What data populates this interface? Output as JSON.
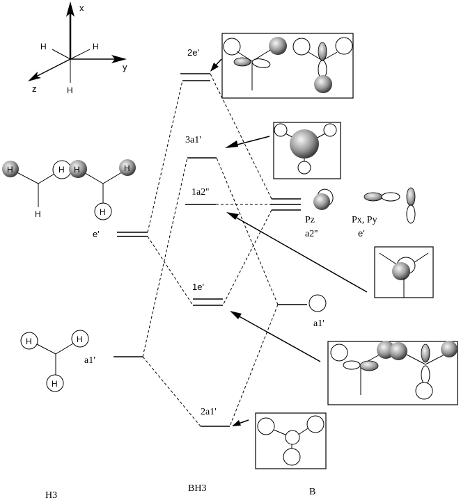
{
  "axes": {
    "x_label": "x",
    "y_label": "y",
    "z_label": "z",
    "atom_labels": [
      "H",
      "H",
      "H"
    ]
  },
  "columns": {
    "left": "H3",
    "middle": "BH3",
    "right": "B"
  },
  "h3_levels": {
    "e_prime": "e'",
    "a1_prime": "a1'"
  },
  "h3_orbitals": {
    "e_prime_atoms": [
      "H",
      "H",
      "H",
      "H",
      "H",
      "H"
    ],
    "a1_prime_atoms": [
      "H",
      "H",
      "H"
    ]
  },
  "bh3_levels": {
    "2e_prime": "2e'",
    "3a1_prime": "3a1'",
    "1a2_double_prime": "1a2''",
    "1e_prime": "1e'",
    "2a1_prime": "2a1'"
  },
  "b_levels": {
    "pz": "Pz",
    "a2_double_prime": "a2''",
    "px_py": "Px, Py",
    "e_prime": "e'",
    "a1_prime": "a1'"
  },
  "colors": {
    "line": "#000000",
    "background": "#ffffff",
    "lobe_shaded": "#8a8a8a",
    "lobe_highlight": "#f2f2f2"
  }
}
